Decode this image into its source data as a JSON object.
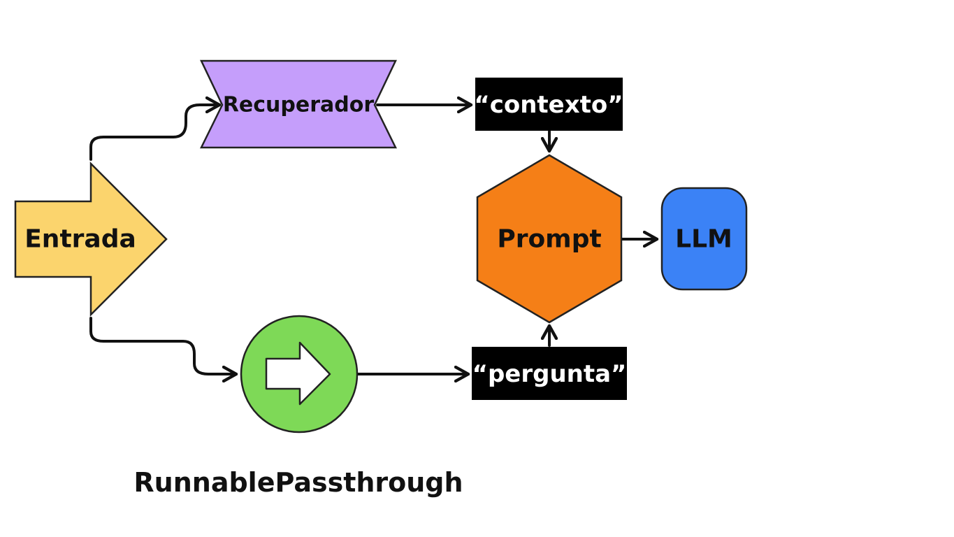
{
  "nodes": {
    "entrada": {
      "label": "Entrada",
      "color": "#fbd46d"
    },
    "recuperador": {
      "label": "Recuperador",
      "color": "#c59efb"
    },
    "contexto": {
      "label": "“contexto”",
      "color": "#000000"
    },
    "prompt": {
      "label": "Prompt",
      "color": "#f57f17"
    },
    "llm": {
      "label": "LLM",
      "color": "#3b82f6"
    },
    "passthrough": {
      "label": "RunnablePassthrough",
      "color": "#7ed957"
    },
    "pergunta": {
      "label": "“pergunta”",
      "color": "#000000"
    }
  },
  "edges": [
    {
      "from": "entrada",
      "to": "recuperador"
    },
    {
      "from": "entrada",
      "to": "passthrough"
    },
    {
      "from": "recuperador",
      "to": "contexto"
    },
    {
      "from": "contexto",
      "to": "prompt"
    },
    {
      "from": "passthrough",
      "to": "pergunta"
    },
    {
      "from": "pergunta",
      "to": "prompt"
    },
    {
      "from": "prompt",
      "to": "llm"
    }
  ]
}
